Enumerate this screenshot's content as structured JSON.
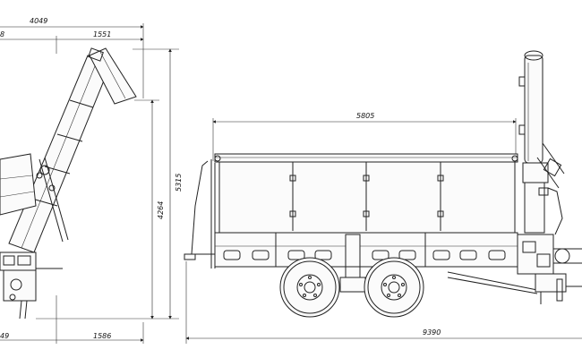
{
  "dimensions": {
    "top_left_total": "4049",
    "top_left_partial": "8",
    "top_left_right": "1551",
    "height_overall": "5315",
    "height_inner": "4264",
    "bottom_left_partial": "49",
    "bottom_left_right": "1586",
    "body_length": "5805",
    "overall_length": "9390"
  },
  "colors": {
    "line": "#222222",
    "background": "#ffffff"
  }
}
